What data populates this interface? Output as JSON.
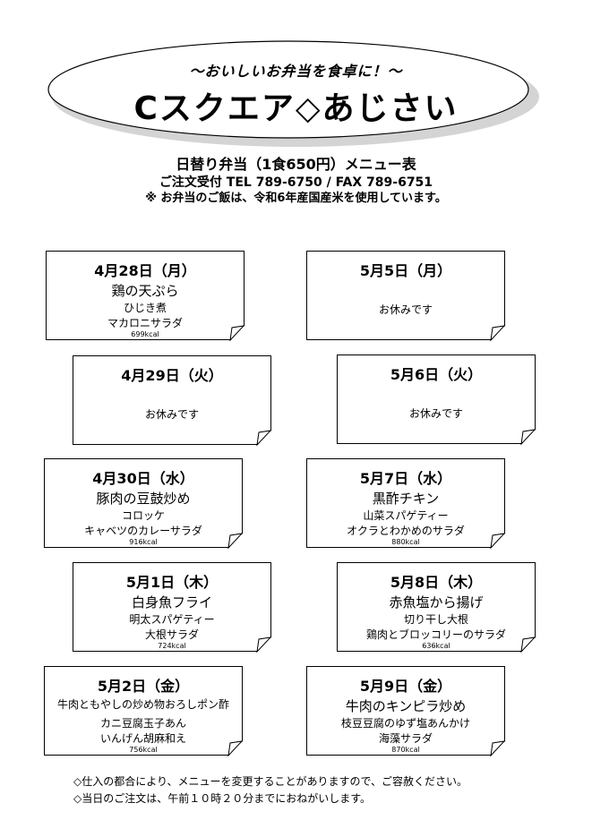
{
  "header": {
    "tagline": "～おいしいお弁当を食卓に！～",
    "shop_name": "Cスクエア◇あじさい",
    "menu_title": "日替り弁当（1食650円）メニュー表",
    "order_line": "ご注文受付 TEL 789-6750 / FAX 789-6751",
    "rice_note": "※ お弁当のご飯は、令和6年産国産米を使用しています。"
  },
  "days": [
    {
      "date": "4月28日（月）",
      "main": "鶏の天ぷら",
      "side1": "ひじき煮",
      "side2": "マカロニサラダ",
      "kcal": "699kcal",
      "closed": ""
    },
    {
      "date": "5月5日（月）",
      "main": "",
      "side1": "",
      "side2": "",
      "kcal": "",
      "closed": "お休みです"
    },
    {
      "date": "4月29日（火）",
      "main": "",
      "side1": "",
      "side2": "",
      "kcal": "",
      "closed": "お休みです"
    },
    {
      "date": "5月6日（火）",
      "main": "",
      "side1": "",
      "side2": "",
      "kcal": "",
      "closed": "お休みです"
    },
    {
      "date": "4月30日（水）",
      "main": "豚肉の豆鼓炒め",
      "side1": "コロッケ",
      "side2": "キャベツのカレーサラダ",
      "kcal": "916kcal",
      "closed": ""
    },
    {
      "date": "5月7日（水）",
      "main": "黒酢チキン",
      "side1": "山菜スパゲティー",
      "side2": "オクラとわかめのサラダ",
      "kcal": "880kcal",
      "closed": ""
    },
    {
      "date": "5月1日（木）",
      "main": "白身魚フライ",
      "side1": "明太スパゲティー",
      "side2": "大根サラダ",
      "kcal": "724kcal",
      "closed": ""
    },
    {
      "date": "5月8日（木）",
      "main": "赤魚塩から揚げ",
      "side1": "切り干し大根",
      "side2": "鶏肉とブロッコリーのサラダ",
      "kcal": "636kcal",
      "closed": ""
    },
    {
      "date": "5月2日（金）",
      "main": "牛肉ともやしの炒め物おろしポン酢",
      "side1": "カニ豆腐玉子あん",
      "side2": "いんげん胡麻和え",
      "kcal": "756kcal",
      "closed": ""
    },
    {
      "date": "5月9日（金）",
      "main": "牛肉のキンピラ炒め",
      "side1": "枝豆豆腐のゆず塩あんかけ",
      "side2": "海藻サラダ",
      "kcal": "870kcal",
      "closed": ""
    }
  ],
  "footer": {
    "note1": "◇仕入の都合により、メニューを変更することがありますので、ご容赦ください。",
    "note2": "◇当日のご注文は、午前１０時２０分までにおねがいします。"
  }
}
